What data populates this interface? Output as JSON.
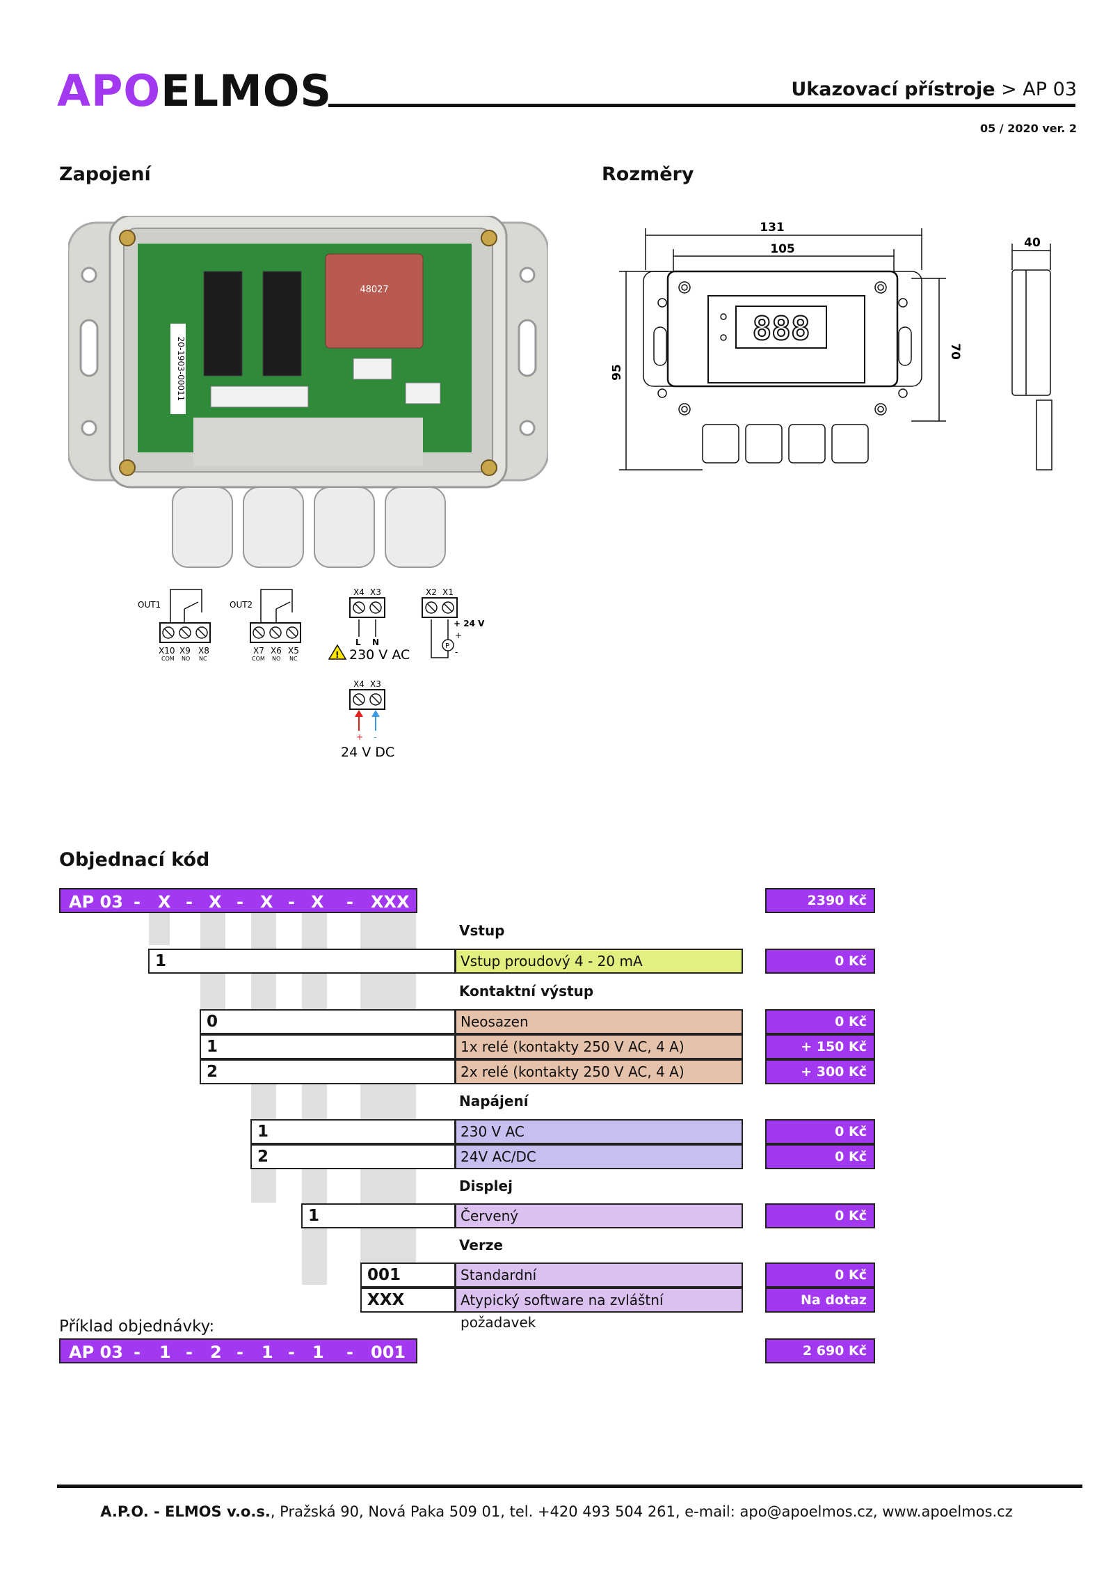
{
  "header": {
    "logo_apo": "APO",
    "logo_elmos": "ELMOS",
    "title_bold": "Ukazovací přístroje",
    "title_rest": " > AP 03",
    "version": "05 / 2020 ver. 2"
  },
  "sections": {
    "wiring": "Zapojení",
    "dimensions": "Rozměry",
    "order_code": "Objednací kód"
  },
  "photo": {
    "power_label_1": "48027",
    "serial": "20-1903-00011"
  },
  "wiring": {
    "out1": "OUT1",
    "out2": "OUT2",
    "t_x10": "X10",
    "t_x9": "X9",
    "t_x8": "X8",
    "t_x7": "X7",
    "t_x6": "X6",
    "t_x5": "X5",
    "com": "COM",
    "no": "NO",
    "nc": "NC",
    "t_x4": "X4",
    "t_x3": "X3",
    "t_x2": "X2",
    "t_x1": "X1",
    "l": "L",
    "n": "N",
    "v230": "230 V AC",
    "v24dc": "24 V DC",
    "plus24": "+ 24 V",
    "plus": "+",
    "minus": "-",
    "p": "P"
  },
  "dimensions": {
    "w131": "131",
    "w105": "105",
    "d40": "40",
    "h95": "95",
    "h70": "70",
    "display": "888"
  },
  "order": {
    "code_parts": [
      "AP 03",
      "-",
      "X",
      "-",
      "X",
      "-",
      "X",
      "-",
      "X",
      "-",
      "XXX"
    ],
    "base_price": "2390 Kč",
    "groups": {
      "vstup": "Vstup",
      "kontakt": "Kontaktní výstup",
      "napajeni": "Napájení",
      "displej": "Displej",
      "verze": "Verze"
    },
    "rows": [
      {
        "code": "1",
        "desc": "Vstup proudový 4 - 20 mA",
        "price": "0 Kč"
      },
      {
        "code": "0",
        "desc": "Neosazen",
        "price": "0 Kč"
      },
      {
        "code": "1",
        "desc": "1x relé (kontakty 250 V AC, 4 A)",
        "price": "+ 150 Kč"
      },
      {
        "code": "2",
        "desc": "2x relé (kontakty 250 V AC, 4 A)",
        "price": "+ 300 Kč"
      },
      {
        "code": "1",
        "desc": "230 V AC",
        "price": "0 Kč"
      },
      {
        "code": "2",
        "desc": "24V AC/DC",
        "price": "0 Kč"
      },
      {
        "code": "1",
        "desc": "Červený",
        "price": "0 Kč"
      },
      {
        "code": "001",
        "desc": "Standardní",
        "price": "0 Kč"
      },
      {
        "code": "XXX",
        "desc": "Atypický software na zvláštní požadavek",
        "price": "Na dotaz"
      }
    ],
    "example_label": "Příklad objednávky:",
    "example_parts": [
      "AP 03",
      "-",
      "1",
      "-",
      "2",
      "-",
      "1",
      "-",
      "1",
      "-",
      "001"
    ],
    "example_price": "2 690 Kč"
  },
  "footer": {
    "company": "A.P.O. - ELMOS v.o.s.",
    "rest": ", Pražská 90, Nová Paka 509 01, tel. +420 493 504 261, e-mail: apo@apoelmos.cz, www.apoelmos.cz"
  },
  "colors": {
    "brand_purple": "#a238f0",
    "yellow": "#e3ef7e",
    "salmon": "#e7c2aa",
    "lavender": "#c7bff0",
    "lilac": "#dbc1f0"
  }
}
